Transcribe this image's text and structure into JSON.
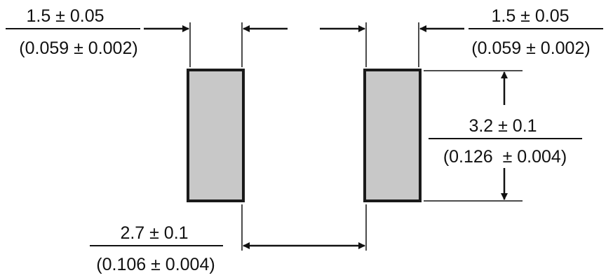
{
  "colors": {
    "line": "#111111",
    "pad_fill": "#c8c8c8",
    "pad_border": "#1a1a1a",
    "background": "#ffffff"
  },
  "dimensions": {
    "left_pad_width": {
      "metric": "1.5 ± 0.05",
      "imperial": "(0.059 ± 0.002)"
    },
    "right_pad_width": {
      "metric": "1.5 ± 0.05",
      "imperial": "(0.059 ± 0.002)"
    },
    "pad_height": {
      "metric": "3.2 ± 0.1",
      "imperial": "(0.126  ± 0.004)"
    },
    "pad_gap": {
      "metric": "2.7 ± 0.1",
      "imperial": "(0.106 ± 0.004)"
    }
  }
}
